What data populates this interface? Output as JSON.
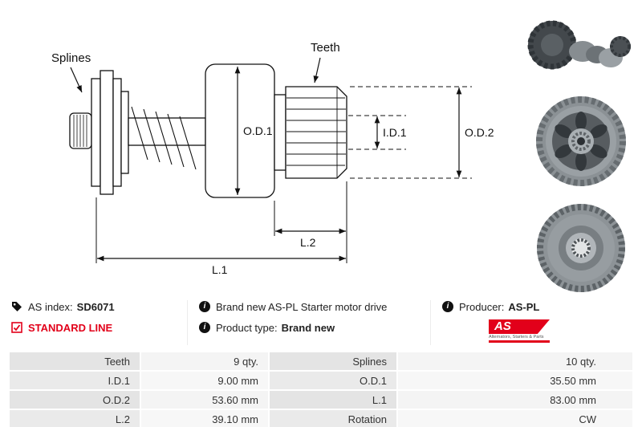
{
  "diagram": {
    "splines_label": "Splines",
    "teeth_label": "Teeth",
    "od1_label": "O.D.1",
    "id1_label": "I.D.1",
    "od2_label": "O.D.2",
    "l1_label": "L.1",
    "l2_label": "L.2"
  },
  "photos": {
    "photo1": "starter-drive-angled-view",
    "photo2": "starter-drive-clutch-top-view",
    "photo3": "starter-drive-gear-front-view"
  },
  "info": {
    "as_index": {
      "label": "AS index:",
      "value": "SD6071"
    },
    "standard_line": "STANDARD LINE",
    "description": "Brand new AS-PL Starter motor drive",
    "product_type": {
      "label": "Product type:",
      "value": "Brand new"
    },
    "producer": {
      "label": "Producer:",
      "value": "AS-PL"
    },
    "logo": {
      "text": "AS",
      "tagline": "Alternators, Starters & Parts"
    }
  },
  "icons": {
    "info_glyph": "i",
    "tag": "tag-icon",
    "checkbox": "checkbox-checked-icon"
  },
  "colors": {
    "accent_red": "#e2001a",
    "table_label_bg": "#e4e4e4",
    "table_value_bg": "#f4f4f4"
  },
  "table": {
    "rows": [
      {
        "c0": "Teeth",
        "c1": "9 qty.",
        "c2": "Splines",
        "c3": "10 qty."
      },
      {
        "c0": "I.D.1",
        "c1": "9.00 mm",
        "c2": "O.D.1",
        "c3": "35.50 mm"
      },
      {
        "c0": "O.D.2",
        "c1": "53.60 mm",
        "c2": "L.1",
        "c3": "83.00 mm"
      },
      {
        "c0": "L.2",
        "c1": "39.10 mm",
        "c2": "Rotation",
        "c3": "CW"
      }
    ]
  }
}
